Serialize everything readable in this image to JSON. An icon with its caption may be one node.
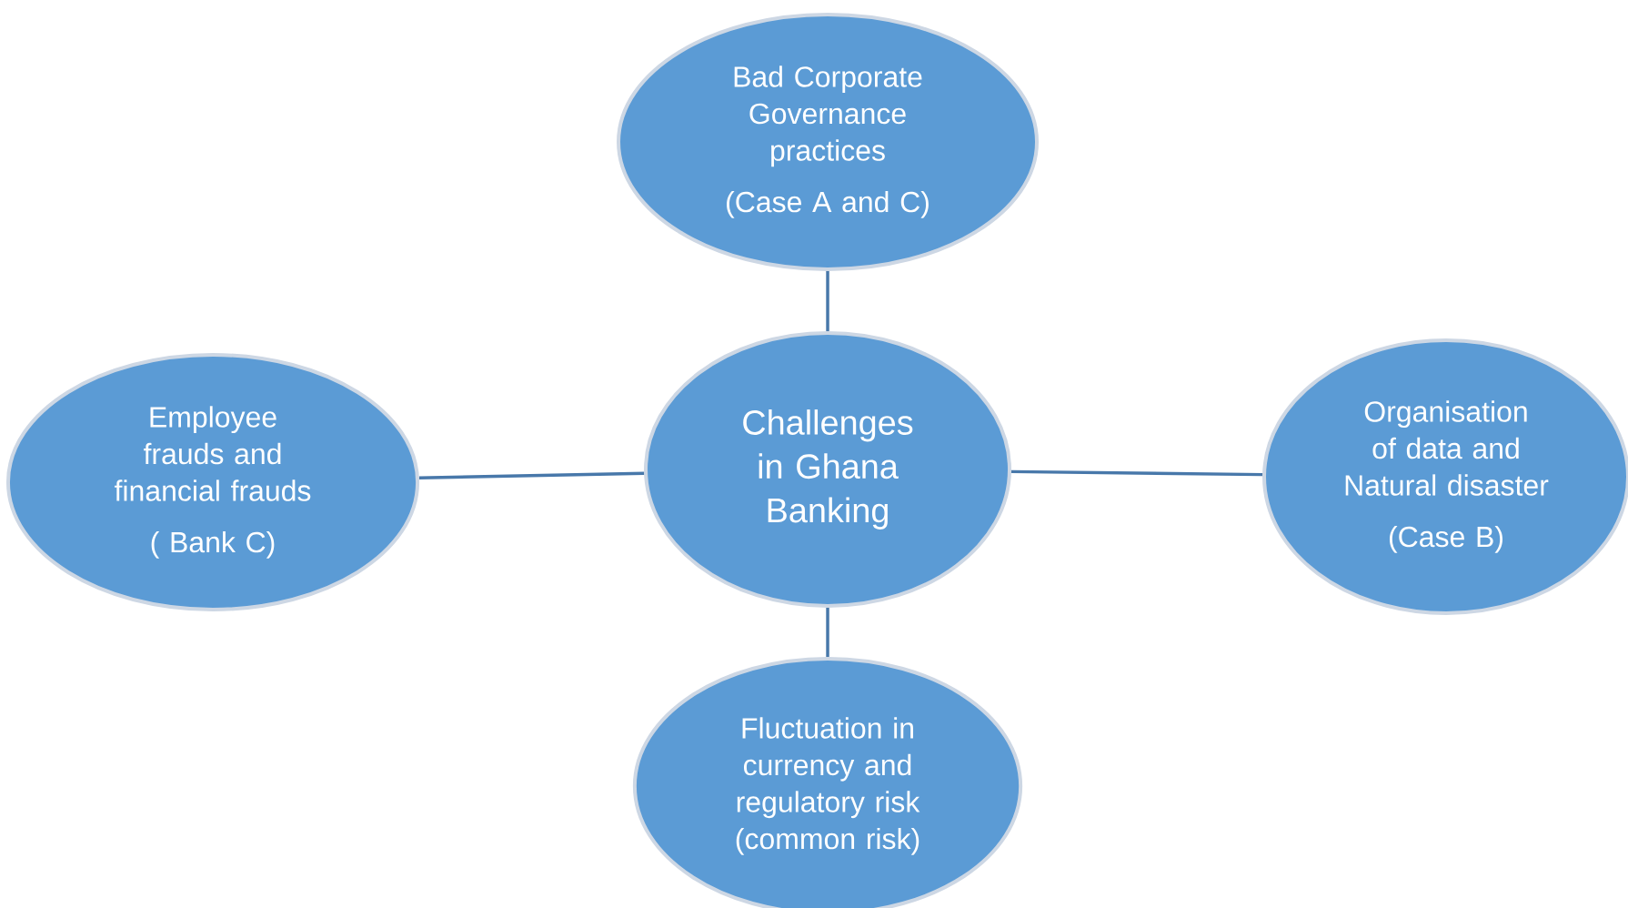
{
  "diagram": {
    "nodes": [
      {
        "text": [
          "Bad Corporate Governance practices",
          "(Case A and C)"
        ]
      },
      {
        "text": [
          "Employee frauds and financial frauds",
          "( Bank C)"
        ]
      },
      {
        "text": [
          "Challenges in Ghana Banking"
        ]
      },
      {
        "text": [
          "Organisation of data and Natural disaster",
          "(Case B)"
        ]
      },
      {
        "text": [
          "Fluctuation in currency and regulatory risk (common risk)"
        ]
      }
    ],
    "edges": [
      {
        "from": 2,
        "to": 0,
        "arrow": "none"
      },
      {
        "from": 2,
        "to": 1,
        "arrow": "none"
      },
      {
        "from": 2,
        "to": 3,
        "arrow": "none"
      },
      {
        "from": 2,
        "to": 4,
        "arrow": "none"
      }
    ]
  }
}
